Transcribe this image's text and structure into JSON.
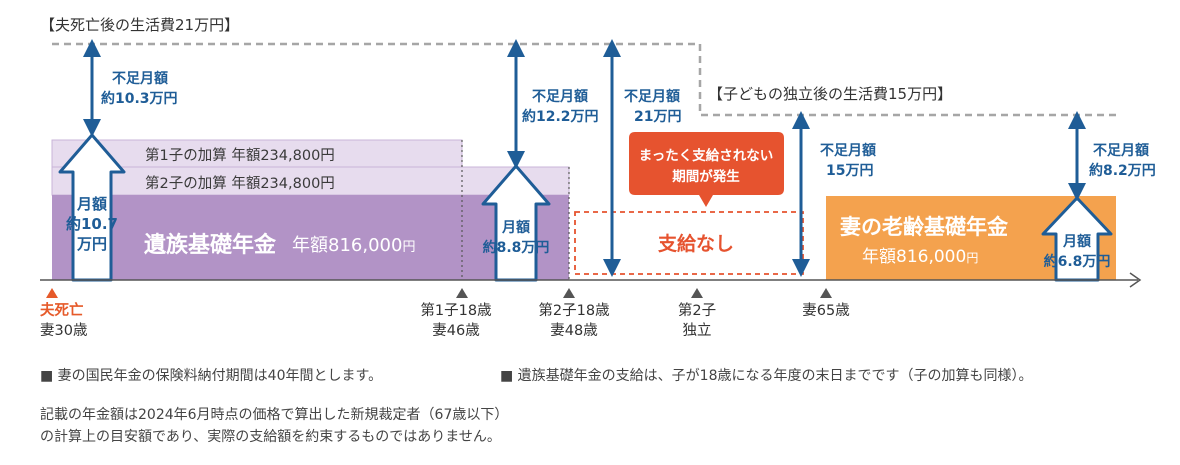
{
  "labels": {
    "living_after_death": "【夫死亡後の生活費21万円】",
    "living_after_independence": "【子どもの独立後の生活費15万円】",
    "child1_addition": "第1子の加算 年額234,800円",
    "child2_addition": "第2子の加算 年額234,800円",
    "survivor_pension_name": "遺族基礎年金",
    "survivor_pension_amount": "年額816,000",
    "wife_pension_name": "妻の老齢基礎年金",
    "wife_pension_amount": "年額816,000",
    "yen": "円",
    "no_payment": "支給なし",
    "callout_line1": "まったく支給されない",
    "callout_line2": "期間が発生"
  },
  "arrows": {
    "up1": [
      "月額",
      "約10.7",
      "万円"
    ],
    "up2": [
      "月額",
      "約8.8万円"
    ],
    "up3": [
      "月額",
      "約6.8万円"
    ],
    "gap1": [
      "不足月額",
      "約10.3万円"
    ],
    "gap2": [
      "不足月額",
      "約12.2万円"
    ],
    "gap3": [
      "不足月額",
      "21万円"
    ],
    "gap4": [
      "不足月額",
      "15万円"
    ],
    "gap5": [
      "不足月額",
      "約8.2万円"
    ]
  },
  "timeline": {
    "death": [
      "夫死亡",
      "妻30歳"
    ],
    "child1": [
      "第1子18歳",
      "妻46歳"
    ],
    "child2": [
      "第2子18歳",
      "妻48歳"
    ],
    "independent": [
      "第2子",
      "独立"
    ],
    "age65": [
      "妻65歳"
    ]
  },
  "notes": {
    "note1": "■ 妻の国民年金の保険料納付期間は40年間とします。",
    "note2": "■ 遺族基礎年金の支給は、子が18歳になる年度の末日までです（子の加算も同様）。",
    "disclaimer": [
      "記載の年金額は2024年6月時点の価格で算出した新規裁定者（67歳以下）",
      "の計算上の目安額であり、実際の支給額を約束するものではありません。"
    ]
  },
  "colors": {
    "child_band": "#e7dcee",
    "survivor_block": "#b293c6",
    "survivor_text": "#ffffff",
    "wife_block": "#f4a24e",
    "arrow_blue": "#1f5d97",
    "callout_red": "#e6532f",
    "no_pay_red": "#e6532f",
    "death_marker": "#e65a2a",
    "dash_gray": "#a6a6a6"
  }
}
